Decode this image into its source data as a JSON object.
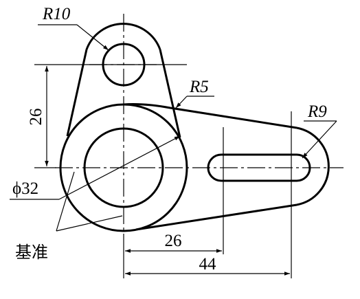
{
  "labels": {
    "r10": "R10",
    "r5": "R5",
    "r9": "R9",
    "d26_vertical": "26",
    "phi32": "ϕ32",
    "datum": "基准",
    "d26_horizontal": "26",
    "d44": "44"
  },
  "colors": {
    "line": "#000000",
    "background": "#ffffff"
  }
}
